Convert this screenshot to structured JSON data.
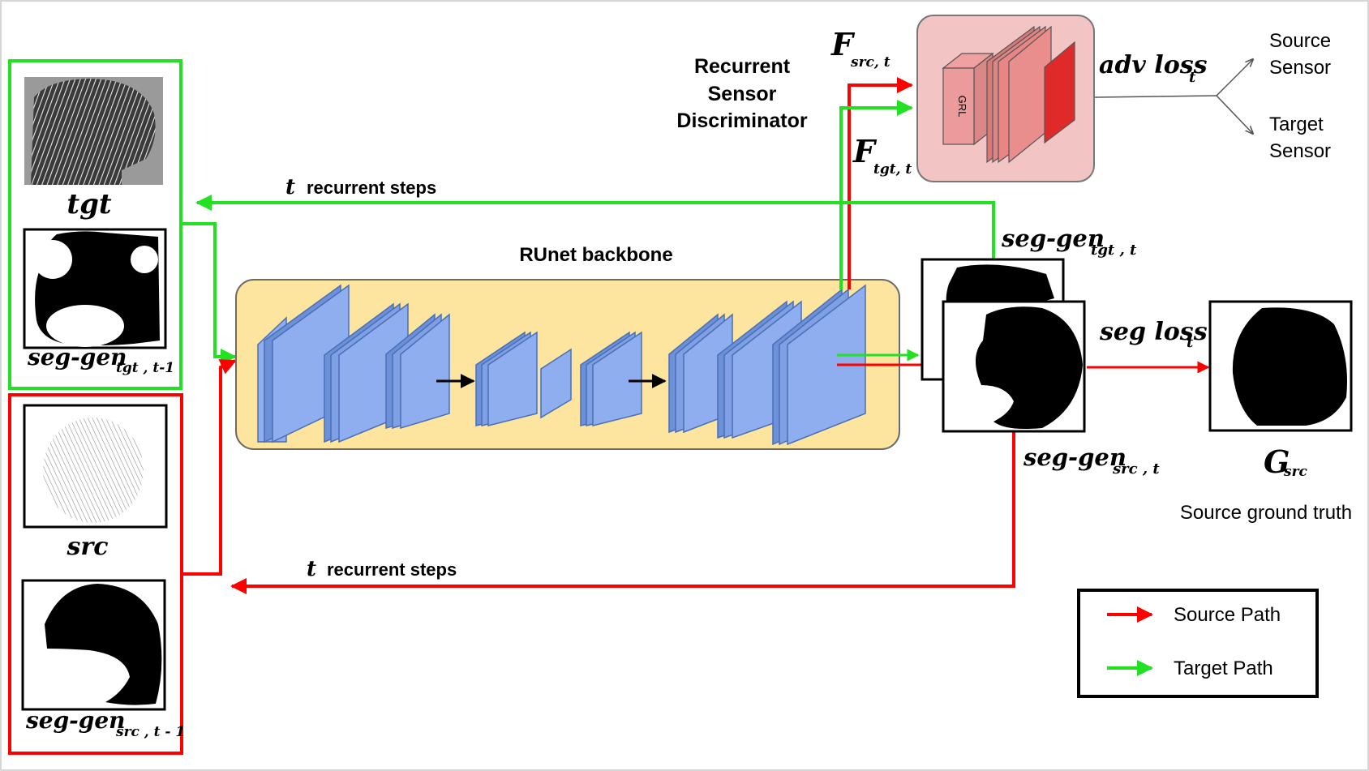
{
  "colors": {
    "source": "#ff0000",
    "target": "#22e022",
    "layer_fill": "#8eaef0",
    "layer_stroke": "#4a6fb5",
    "backbone_fill": "#fde59f",
    "disc_fill": "#f3c4c4",
    "disc_layer": "#e98585",
    "disc_out": "#e02a2a"
  },
  "inputs": {
    "tgt_label": "tgt",
    "seg_tgt_main": "seg-gen",
    "seg_tgt_sub": "tgt , t-1",
    "src_label": "src",
    "seg_src_main": "seg-gen",
    "seg_src_sub": "src , t - 1"
  },
  "backbone": {
    "title": "RUnet backbone"
  },
  "discriminator": {
    "title_line1": "Recurrent",
    "title_line2": "Sensor",
    "title_line3": "Discriminator",
    "grl": "GRL",
    "adv_main": "adv loss",
    "adv_sub": "t",
    "out1_line1": "Source",
    "out1_line2": "Sensor",
    "out2_line1": "Target",
    "out2_line2": "Sensor"
  },
  "features": {
    "src_main": "F",
    "src_sub": "src, t",
    "tgt_main": "F",
    "tgt_sub": "tgt, t"
  },
  "recurrent": {
    "top_var": "t",
    "top_text": "recurrent steps",
    "bottom_var": "t",
    "bottom_text": "recurrent steps"
  },
  "outputs": {
    "seg_tgt_main": "seg-gen",
    "seg_tgt_sub": "tgt , t",
    "seg_src_main": "seg-gen",
    "seg_src_sub": "src , t",
    "loss_main": "seg loss",
    "loss_sub": "t",
    "gt_main": "G",
    "gt_sub": "src",
    "gt_caption": "Source ground truth"
  },
  "legend": {
    "source": "Source Path",
    "target": "Target Path"
  }
}
